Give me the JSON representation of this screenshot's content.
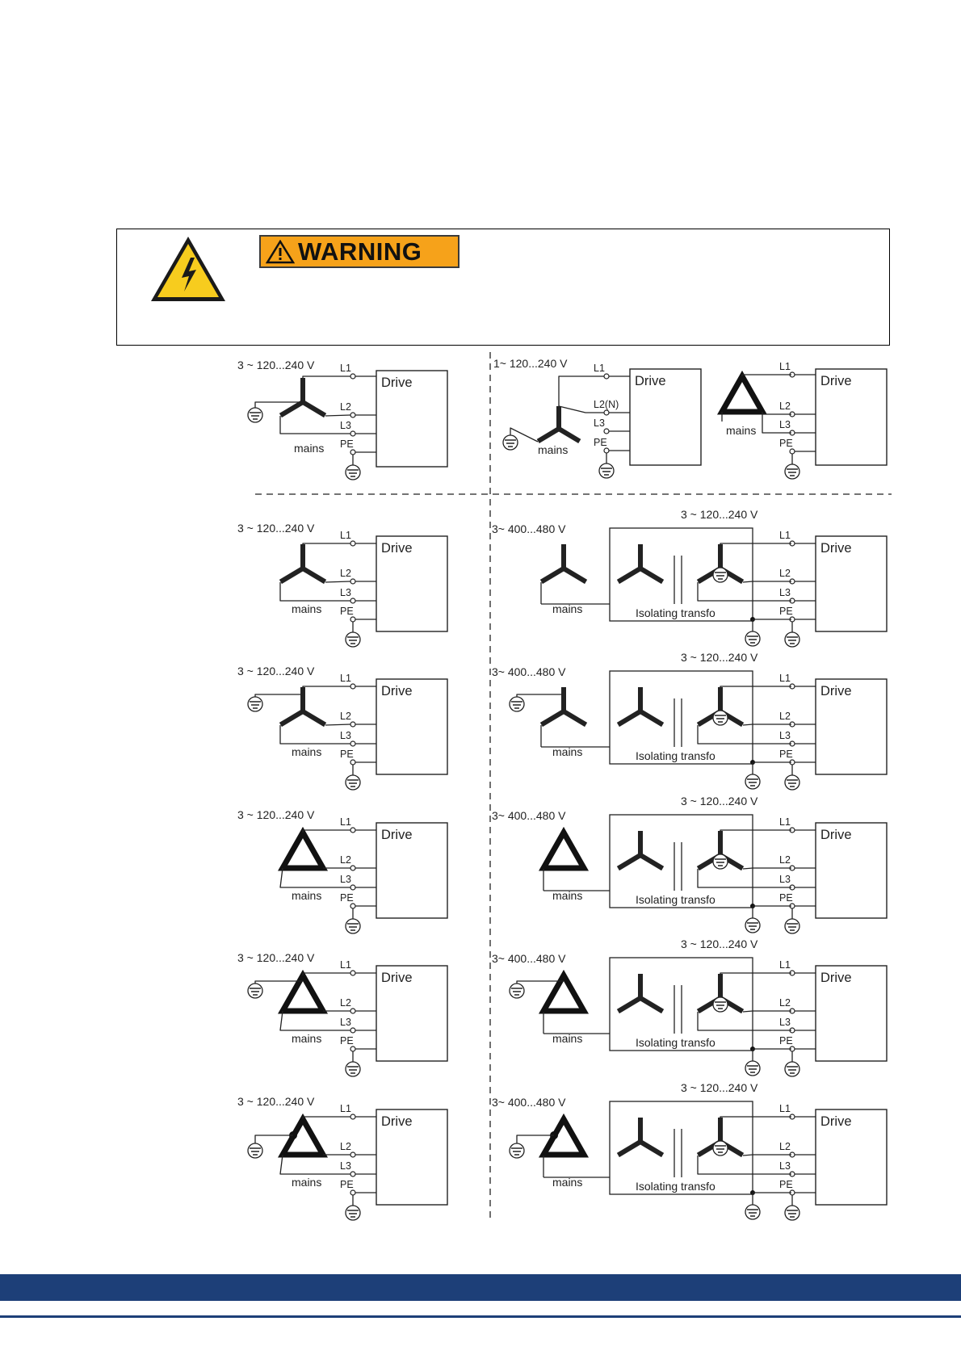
{
  "warning": {
    "label": "WARNING",
    "icon": "high-voltage-warning-icon",
    "colors": {
      "badge": "#f6a21a",
      "triangle": "#f7cc1e"
    }
  },
  "labels": {
    "drive": "Drive",
    "mains": "mains",
    "l1": "L1",
    "l2": "L2",
    "l2n": "L2(N)",
    "l3": "L3",
    "pe": "PE",
    "transformer": "Isolating transfo",
    "secondary_voltage": "3 ~ 120...240 V"
  },
  "panels": [
    {
      "id": "top-left",
      "voltage": "3 ~ 120...240 V"
    },
    {
      "id": "top-middle",
      "voltage": "1~ 120...240 V"
    },
    {
      "id": "top-right",
      "voltage": ""
    },
    {
      "id": "row1-left",
      "voltage": "3 ~ 120...240 V"
    },
    {
      "id": "row1-right",
      "voltage": "3~ 400...480 V"
    },
    {
      "id": "row2-left",
      "voltage": "3 ~ 120...240 V"
    },
    {
      "id": "row2-right",
      "voltage": "3~ 400...480 V"
    },
    {
      "id": "row3-left",
      "voltage": "3 ~ 120...240 V"
    },
    {
      "id": "row3-right",
      "voltage": "3~ 400...480 V"
    },
    {
      "id": "row4-left",
      "voltage": "3 ~ 120...240 V"
    },
    {
      "id": "row4-right",
      "voltage": "3~ 400...480 V"
    },
    {
      "id": "row5-left",
      "voltage": "3 ~ 120...240 V"
    },
    {
      "id": "row5-right",
      "voltage": "3~ 400...480 V"
    }
  ],
  "footer": {
    "color": "#1d3f78"
  }
}
